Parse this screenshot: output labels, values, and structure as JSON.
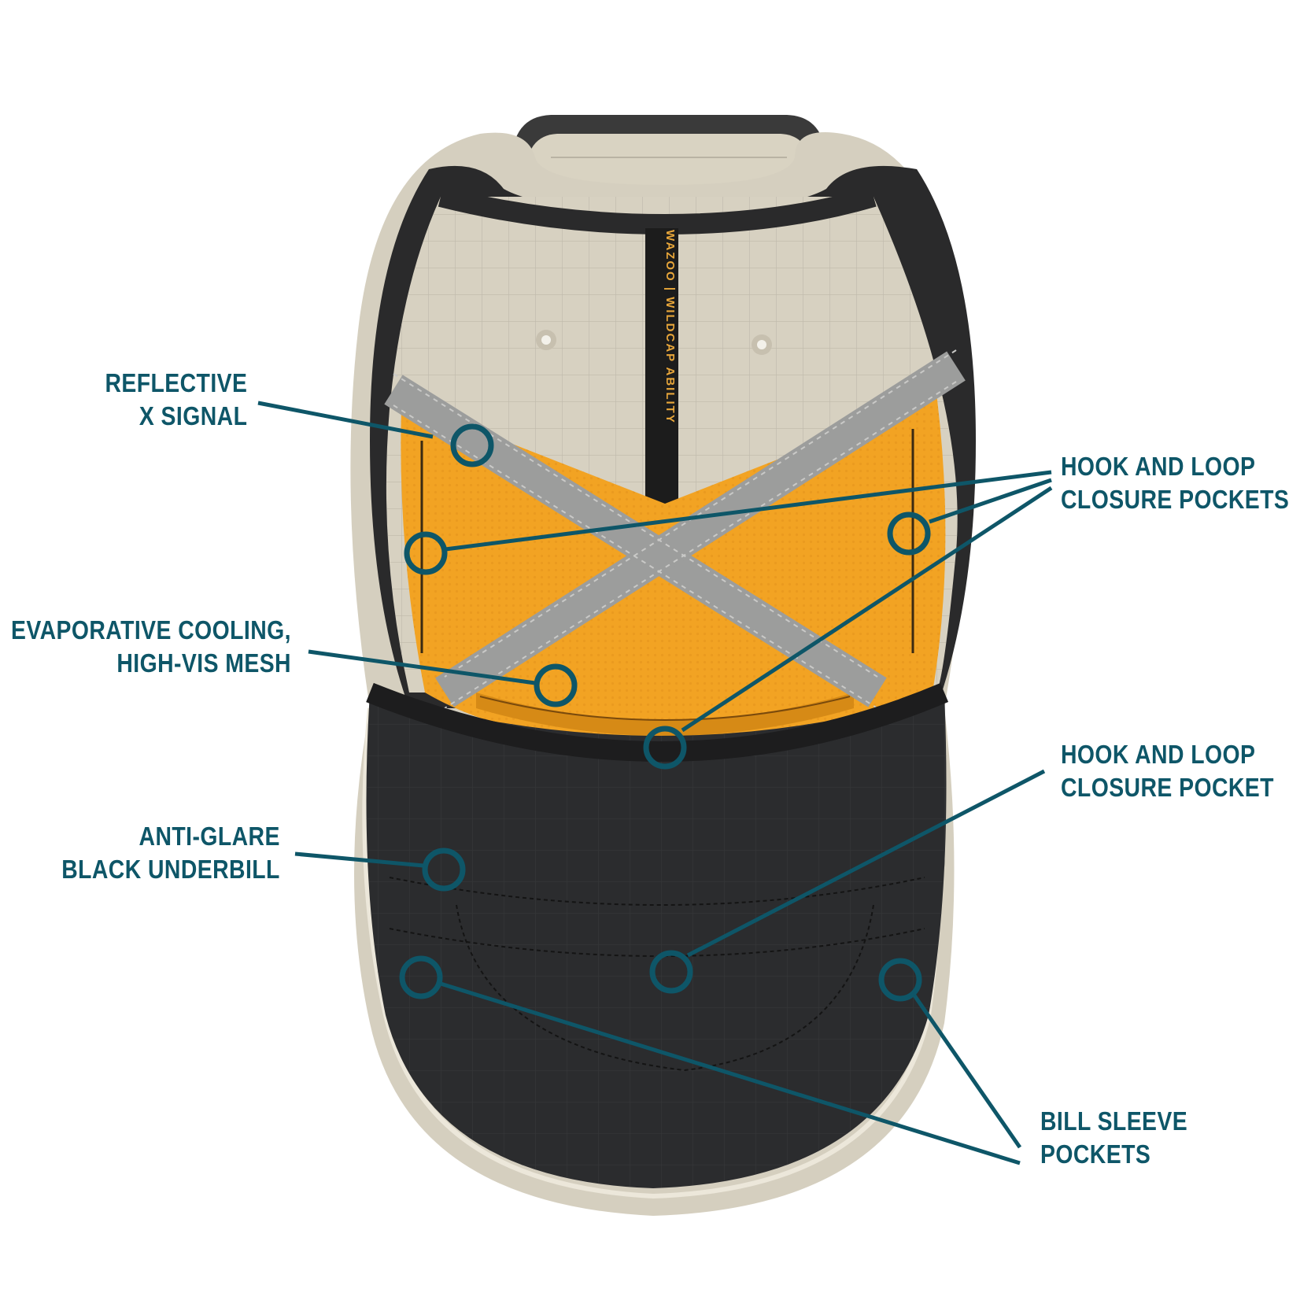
{
  "colors": {
    "accent": "#0e5668",
    "cap_khaki": "#d5cfbf",
    "mesh_orange": "#f2a323",
    "underbill_black": "#2b2c2e",
    "reflective_gray": "#9c9d9c"
  },
  "tape_text": "WAZOO | WILDCAP ABILITY",
  "callouts": {
    "reflective": {
      "lines": [
        "REFLECTIVE",
        "X SIGNAL"
      ]
    },
    "evaporative": {
      "lines": [
        "EVAPORATIVE COOLING,",
        "HIGH-VIS MESH"
      ]
    },
    "antiglare": {
      "lines": [
        "ANTI-GLARE",
        "BLACK UNDERBILL"
      ]
    },
    "hook_pockets": {
      "lines": [
        "HOOK AND LOOP",
        "CLOSURE POCKETS"
      ]
    },
    "hook_pocket": {
      "lines": [
        "HOOK AND LOOP",
        "CLOSURE POCKET"
      ]
    },
    "bill_sleeve": {
      "lines": [
        "BILL SLEEVE",
        "POCKETS"
      ]
    }
  }
}
